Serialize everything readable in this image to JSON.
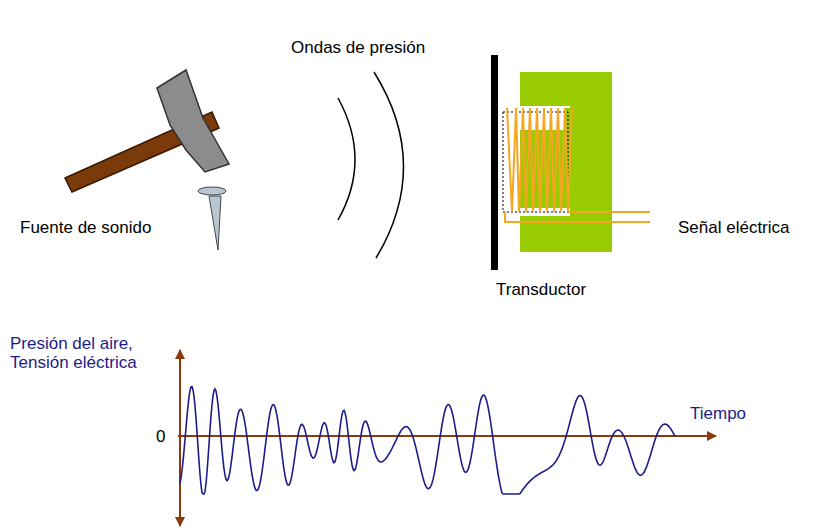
{
  "diagram": {
    "labels": [
      "Ondas de presión",
      "Fuente de sonido",
      "Señal eléctrica",
      "Transductor",
      "Presión del aire, Tensión eléctrica",
      "0",
      "Tiempo"
    ]
  }
}
